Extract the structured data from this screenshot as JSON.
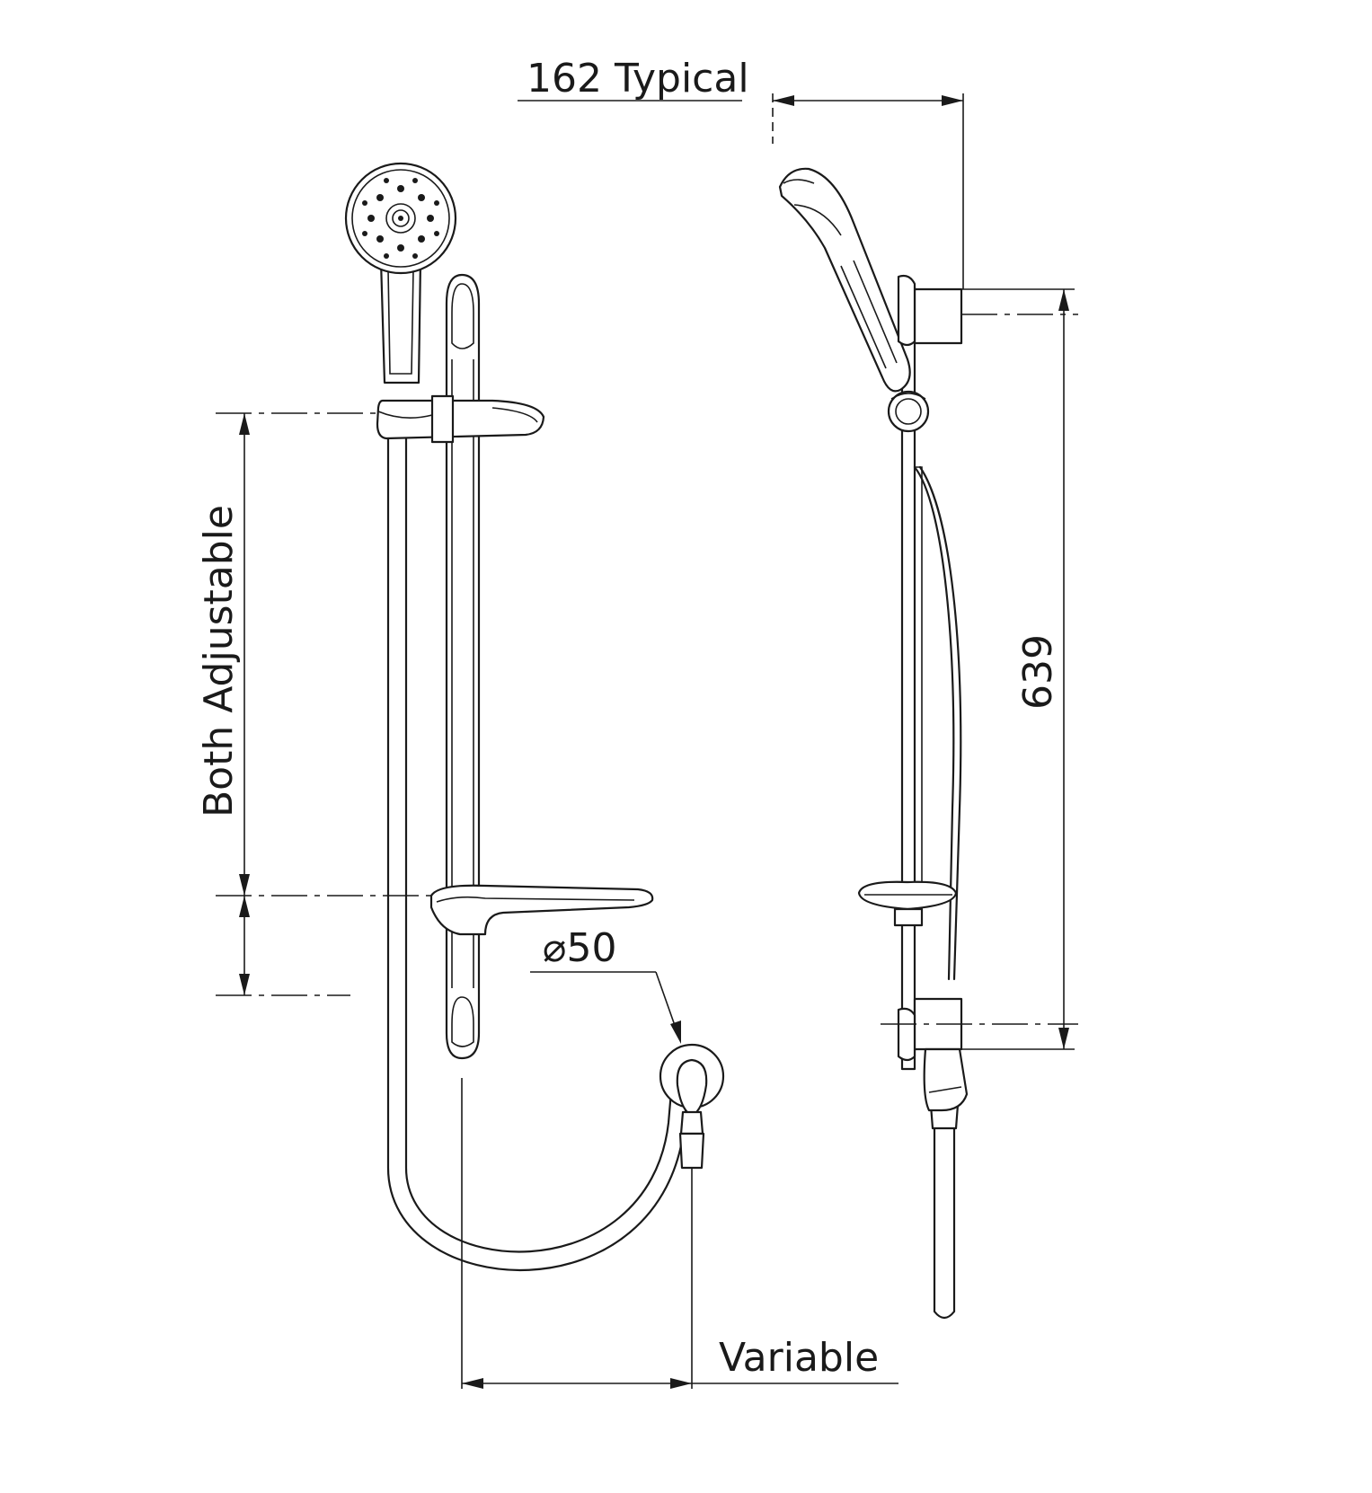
{
  "labels": {
    "typical_width": "162 Typical",
    "vertical_range": "Both Adjustable",
    "bar_height": "639",
    "hose_diameter": "⌀50",
    "spacing": "Variable"
  },
  "colors": {
    "line": "#1a1a1a",
    "background": "#ffffff"
  }
}
